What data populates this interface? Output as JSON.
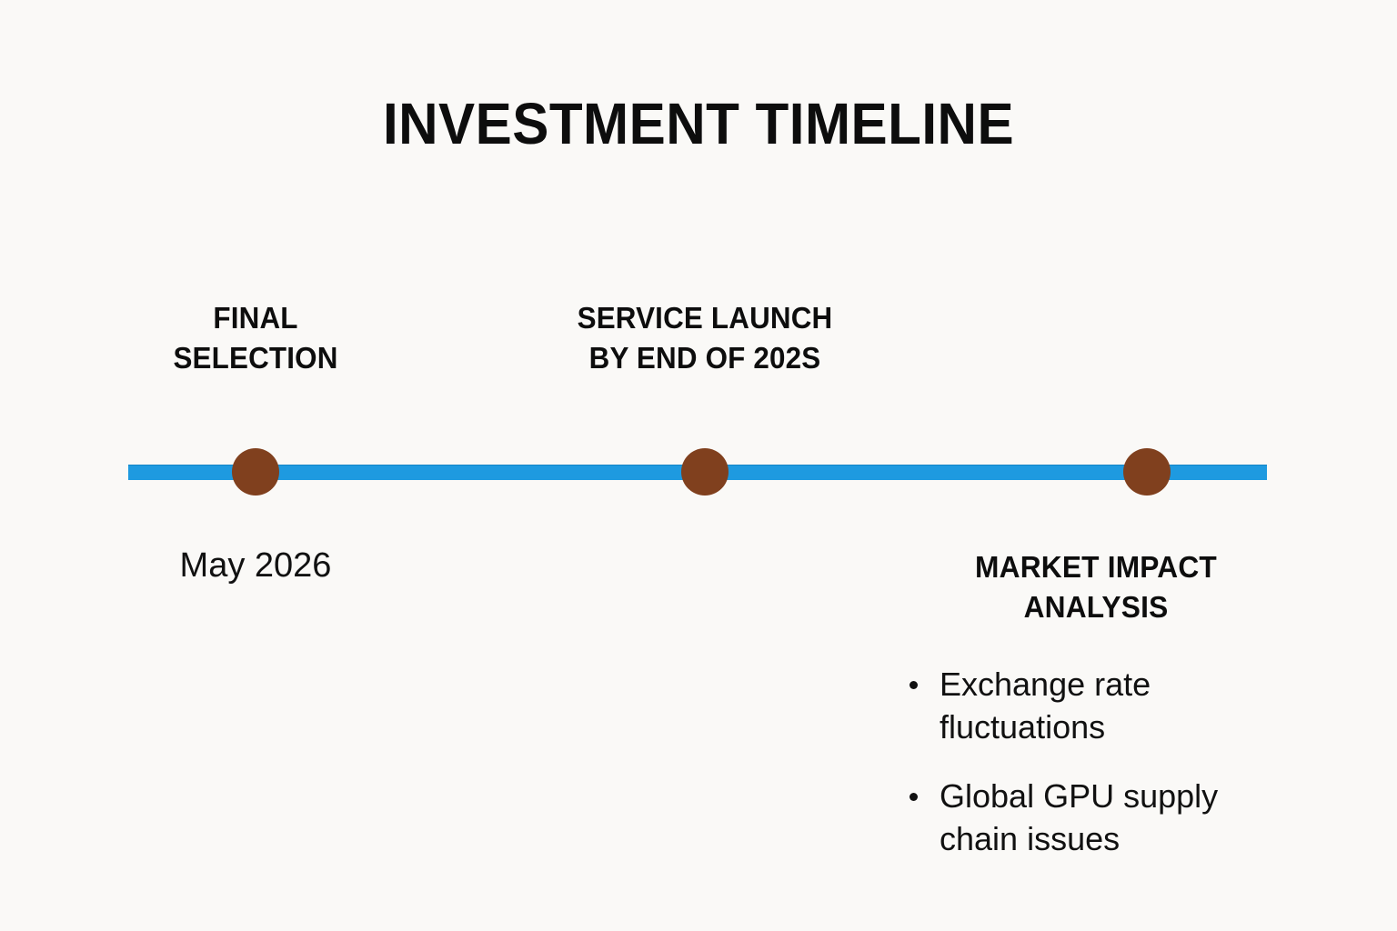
{
  "slide": {
    "title": "INVESTMENT TIMELINE",
    "background_color": "#faf9f7",
    "axis_color": "#1e9ae0",
    "milestone_color": "#80401e"
  },
  "timeline": {
    "milestones": [
      {
        "id": "final-selection",
        "label_lines": [
          "FINAL",
          "SELECTION"
        ],
        "date": "May 2026",
        "position": "left"
      },
      {
        "id": "service-launch",
        "label_lines": [
          "SERVICE LAUNCH",
          "BY END OF 202S"
        ],
        "position": "center"
      },
      {
        "id": "market-impact",
        "label_lines": [
          "MARKET IMPACT",
          "ANALYSIS"
        ],
        "position": "right"
      }
    ]
  },
  "impact": {
    "heading_line1": "MARKET IMPACT",
    "heading_line2": "ANALYSIS",
    "bullets": [
      "Exchange rate fluctuations",
      "Global GPU supply chain issues"
    ]
  }
}
